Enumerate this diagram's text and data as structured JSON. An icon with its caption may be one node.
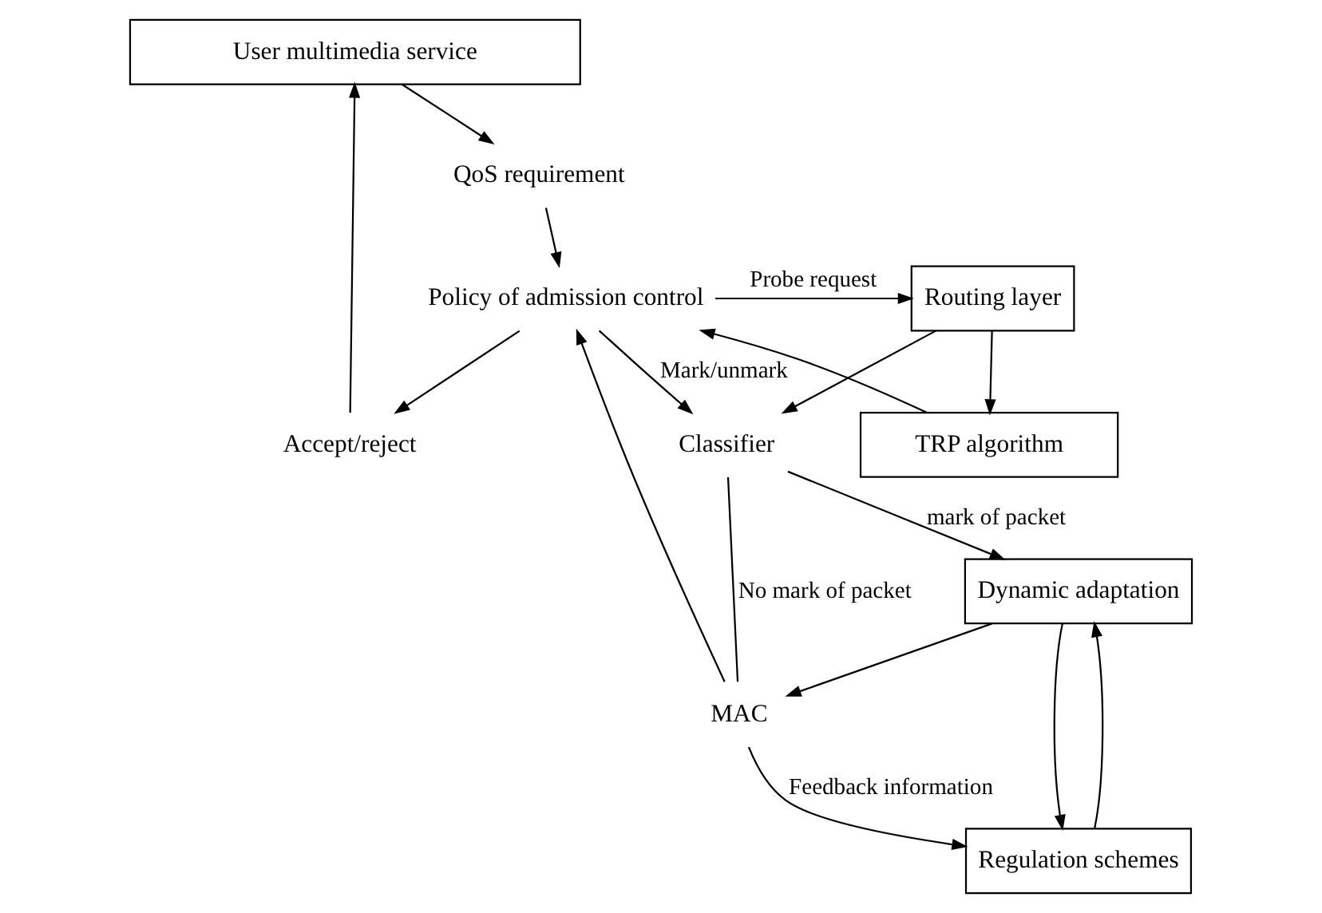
{
  "diagram": {
    "nodes": [
      {
        "text": [
          "User multimedia service"
        ]
      },
      {
        "text": [
          "QoS requirement"
        ]
      },
      {
        "text": [
          "Accept/reject"
        ]
      },
      {
        "text": [
          "Policy of admission control"
        ]
      },
      {
        "text": [
          "Routing layer"
        ]
      },
      {
        "text": [
          "TRP algorithm"
        ]
      },
      {
        "text": [
          "Classifier"
        ]
      },
      {
        "text": [
          "Dynamic adaptation"
        ]
      },
      {
        "text": [
          "Regulation schemes"
        ]
      },
      {
        "text": [
          "MAC"
        ]
      }
    ],
    "edges": [
      {
        "from": 0,
        "to": 1,
        "arrow": "to"
      },
      {
        "from": 1,
        "to": 3,
        "arrow": "to"
      },
      {
        "from": 3,
        "to": 2,
        "arrow": "to"
      },
      {
        "from": 2,
        "to": 0,
        "arrow": "to"
      },
      {
        "from": 3,
        "to": 4,
        "arrow": "to",
        "label": "Probe request"
      },
      {
        "from": 4,
        "to": 5,
        "arrow": "to"
      },
      {
        "from": 5,
        "to": 3,
        "arrow": "to"
      },
      {
        "from": 4,
        "to": 6,
        "arrow": "to"
      },
      {
        "from": 3,
        "to": 6,
        "arrow": "to",
        "label": "Mark/unmark"
      },
      {
        "from": 9,
        "to": 6,
        "arrow": "none",
        "label": "No mark of packet"
      },
      {
        "from": 6,
        "to": 7,
        "arrow": "to",
        "label": "mark of packet"
      },
      {
        "from": 7,
        "to": 8,
        "arrow": "to"
      },
      {
        "from": 8,
        "to": 7,
        "arrow": "to"
      },
      {
        "from": 7,
        "to": 9,
        "arrow": "to"
      },
      {
        "from": 9,
        "to": 8,
        "arrow": "to",
        "label": "Feedback information"
      },
      {
        "from": 9,
        "to": 3,
        "arrow": "to"
      }
    ]
  }
}
